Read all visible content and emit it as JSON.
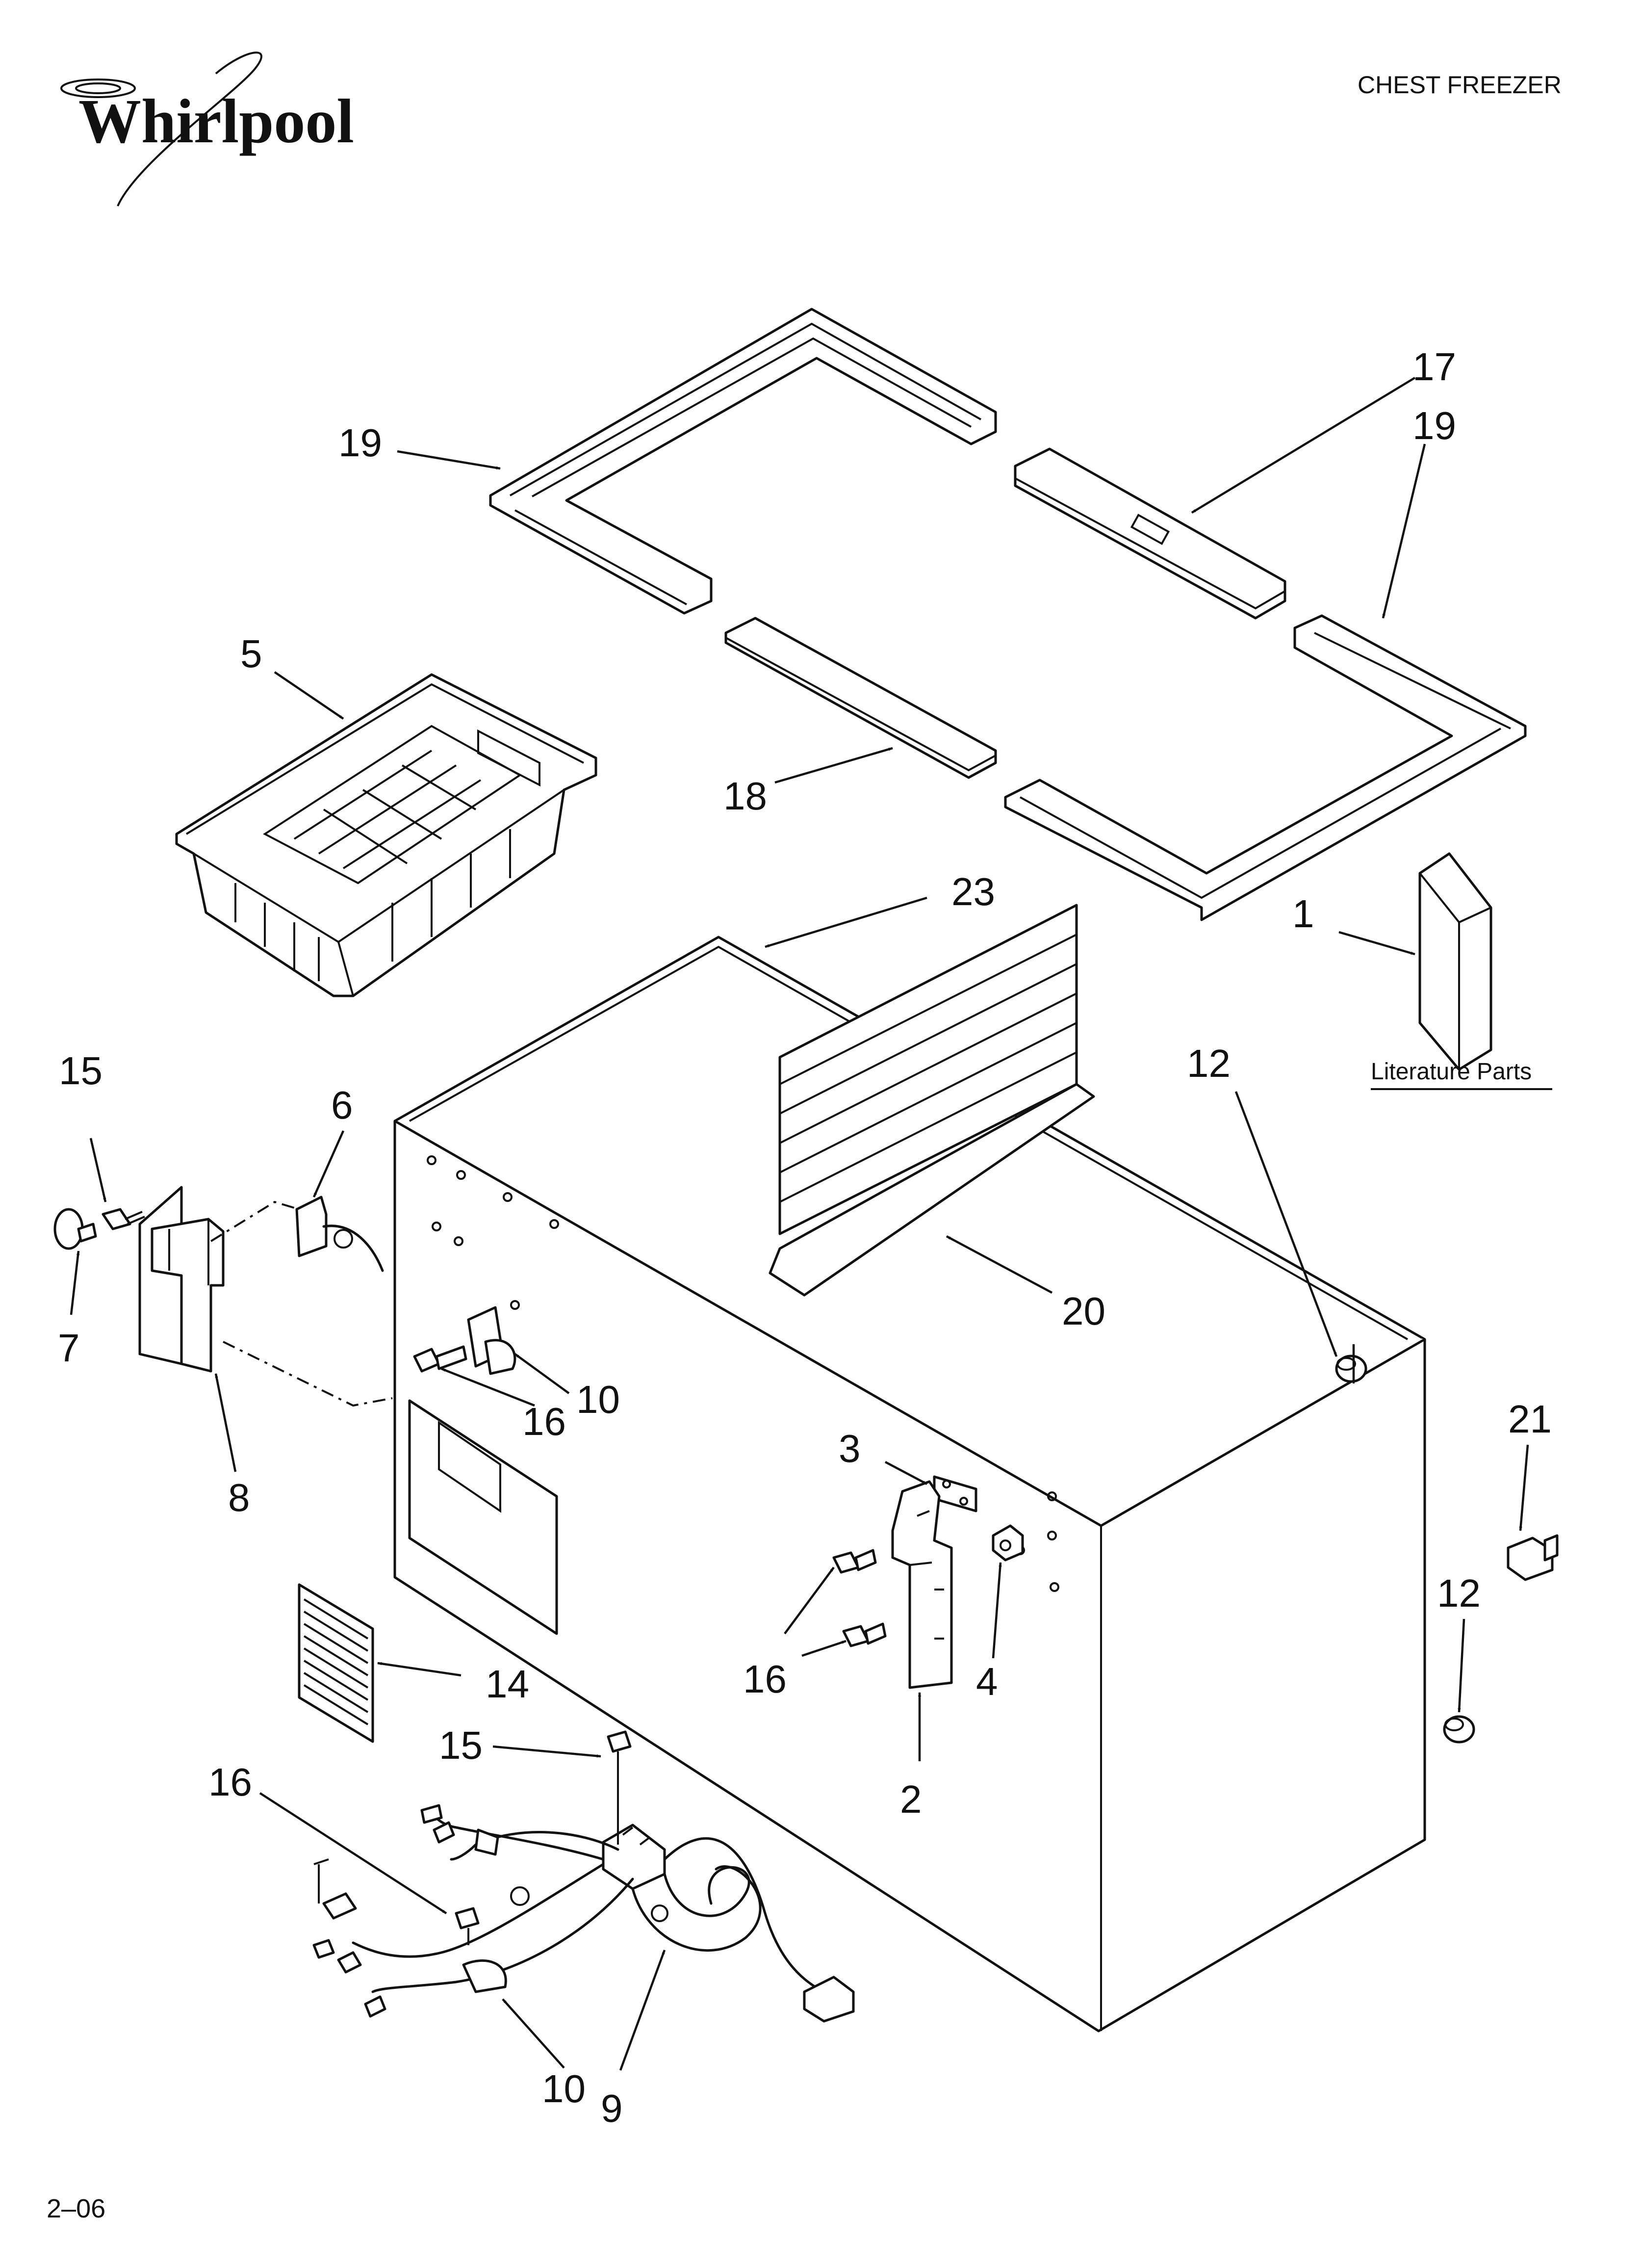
{
  "header": {
    "brand": "Whirlpool",
    "title": "CHEST FREEZER"
  },
  "literature_label": "Literature Parts",
  "footer": {
    "code": "2–06"
  },
  "callouts": {
    "c19a": "19",
    "c17": "17",
    "c19b": "19",
    "c5": "5",
    "c18": "18",
    "c23": "23",
    "c1": "1",
    "c15a": "15",
    "c6": "6",
    "c12a": "12",
    "c7": "7",
    "c20": "20",
    "c10a": "10",
    "c16a": "16",
    "c8": "8",
    "c21": "21",
    "c3": "3",
    "c12b": "12",
    "c16b": "16",
    "c4": "4",
    "c14": "14",
    "c15b": "15",
    "c16c": "16",
    "c2": "2",
    "c10b": "10",
    "c9": "9"
  }
}
